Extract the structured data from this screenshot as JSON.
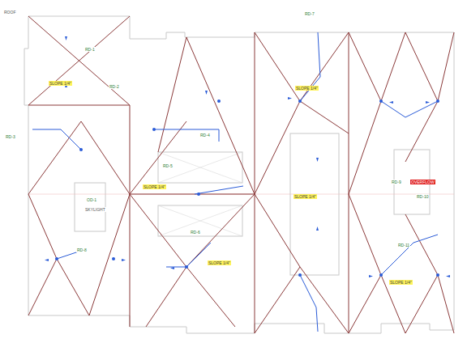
{
  "diagram": {
    "labels": [
      "ROOF",
      "RD-1",
      "RD-2",
      "RD-3",
      "RD-4",
      "RD-5",
      "RD-6",
      "RD-7",
      "RD-8",
      "RD-9",
      "RD-10",
      "RD-11",
      "OD-1",
      "SLOPE 1/4\"",
      "SLOPE 1/4\"",
      "SLOPE 1/4\"",
      "SLOPE 1/4\"",
      "SLOPE 1/4\"",
      "SLOPE 1/4\"",
      "SKYLIGHT",
      "OVERFLOW"
    ]
  }
}
